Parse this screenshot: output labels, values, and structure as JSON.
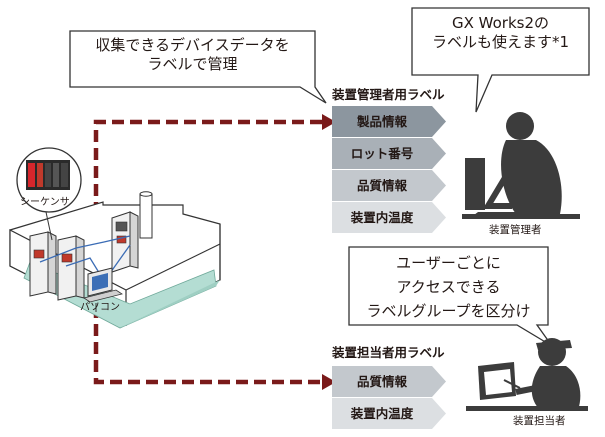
{
  "callouts": {
    "collect": [
      "収集できるデバイスデータを",
      "ラベルで管理"
    ],
    "gxworks": [
      "GX Works2の",
      "ラベルも使えます*1"
    ],
    "access": [
      "ユーザーごとに",
      "アクセスできる",
      "ラベルグループを区分け"
    ]
  },
  "admin_section": {
    "title": "装置管理者用ラベル",
    "labels": [
      "製品情報",
      "ロット番号",
      "品質情報",
      "装置内温度"
    ],
    "person_caption": "装置管理者"
  },
  "operator_section": {
    "title": "装置担当者用ラベル",
    "labels": [
      "品質情報",
      "装置内温度"
    ],
    "person_caption": "装置担当者"
  },
  "equipment": {
    "sequencer_caption": "シーケンサ",
    "pc_caption": "パソコン"
  },
  "colors": {
    "arrow": "#7a1a1a",
    "tag_shades": [
      "#8c969f",
      "#a9b0b7",
      "#c3c8cd",
      "#dcdfe2"
    ],
    "water": "#b4ddd3",
    "person": "#3c3c3c"
  }
}
